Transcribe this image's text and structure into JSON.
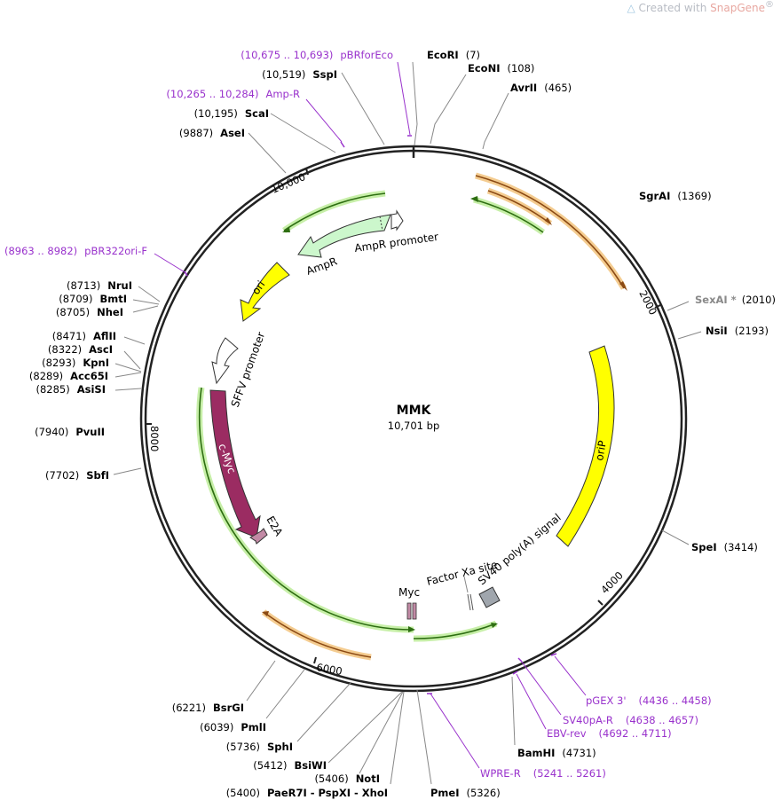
{
  "watermark": {
    "prefix": "Created with ",
    "brand": "SnapGene",
    "mark": "®"
  },
  "plasmid": {
    "name": "MMK",
    "size_label": "10,701 bp"
  },
  "ticks": [
    "10,000",
    "2000",
    "4000",
    "6000",
    "8000"
  ],
  "features": {
    "ampr": "AmpR",
    "ampr_promoter": "AmpR promoter",
    "ori": "ori",
    "sffv": "SFFV promoter",
    "cmyc": "c-Myc",
    "e2a": "E2A",
    "orip": "oriP",
    "myc": "Myc",
    "factor_xa": "Factor Xa site",
    "sv40": "SV40 poly(A) signal"
  },
  "sites": [
    {
      "pos": "(7)",
      "name": "EcoRI"
    },
    {
      "pos": "(108)",
      "name": "EcoNI"
    },
    {
      "pos": "(465)",
      "name": "AvrII"
    },
    {
      "pos": "(1369)",
      "name": "SgrAI"
    },
    {
      "pos": "(2010)",
      "name": "SexAI *"
    },
    {
      "pos": "(2193)",
      "name": "NsiI"
    },
    {
      "pos": "(3414)",
      "name": "SpeI"
    },
    {
      "pos": "(4731)",
      "name": "BamHI"
    },
    {
      "pos": "(5326)",
      "name": "PmeI"
    },
    {
      "pos": "(5400)",
      "name": "PaeR7I - PspXI - XhoI"
    },
    {
      "pos": "(5406)",
      "name": "NotI"
    },
    {
      "pos": "(5412)",
      "name": "BsiWI"
    },
    {
      "pos": "(5736)",
      "name": "SphI"
    },
    {
      "pos": "(6039)",
      "name": "PmlI"
    },
    {
      "pos": "(6221)",
      "name": "BsrGI"
    },
    {
      "pos": "(7702)",
      "name": "SbfI"
    },
    {
      "pos": "(7940)",
      "name": "PvuII"
    },
    {
      "pos": "(8285)",
      "name": "AsiSI"
    },
    {
      "pos": "(8289)",
      "name": "Acc65I"
    },
    {
      "pos": "(8293)",
      "name": "KpnI"
    },
    {
      "pos": "(8322)",
      "name": "AscI"
    },
    {
      "pos": "(8471)",
      "name": "AflII"
    },
    {
      "pos": "(8705)",
      "name": "NheI"
    },
    {
      "pos": "(8709)",
      "name": "BmtI"
    },
    {
      "pos": "(8713)",
      "name": "NruI"
    },
    {
      "pos": "(9887)",
      "name": "AseI"
    },
    {
      "pos": "(10,195)",
      "name": "ScaI"
    },
    {
      "pos": "(10,519)",
      "name": "SspI"
    }
  ],
  "primers": [
    {
      "range": "(10,675 .. 10,693)",
      "name": "pBRforEco"
    },
    {
      "range": "(10,265 .. 10,284)",
      "name": "Amp-R"
    },
    {
      "range": "(8963 .. 8982)",
      "name": "pBR322ori-F"
    },
    {
      "name": "pGEX 3'",
      "range": "(4436 .. 4458)"
    },
    {
      "name": "SV40pA-R",
      "range": "(4638 .. 4657)"
    },
    {
      "name": "EBV-rev",
      "range": "(4692 .. 4711)"
    },
    {
      "name": "WPRE-R",
      "range": "(5241 .. 5261)"
    }
  ]
}
